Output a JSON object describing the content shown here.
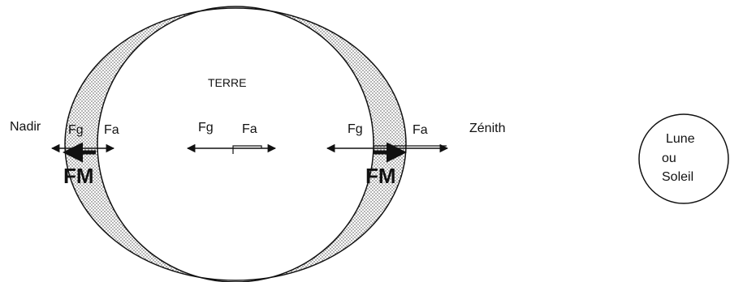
{
  "labels": {
    "earth": "TERRE",
    "nadir": "Nadir",
    "zenith": "Zénith",
    "fg": "Fg",
    "fa": "Fa",
    "fm": "FM",
    "body_line1": "Lune",
    "body_line2": "ou",
    "body_line3": "Soleil"
  },
  "colors": {
    "stroke": "#111111",
    "background": "#ffffff",
    "stipple": "#444444"
  }
}
